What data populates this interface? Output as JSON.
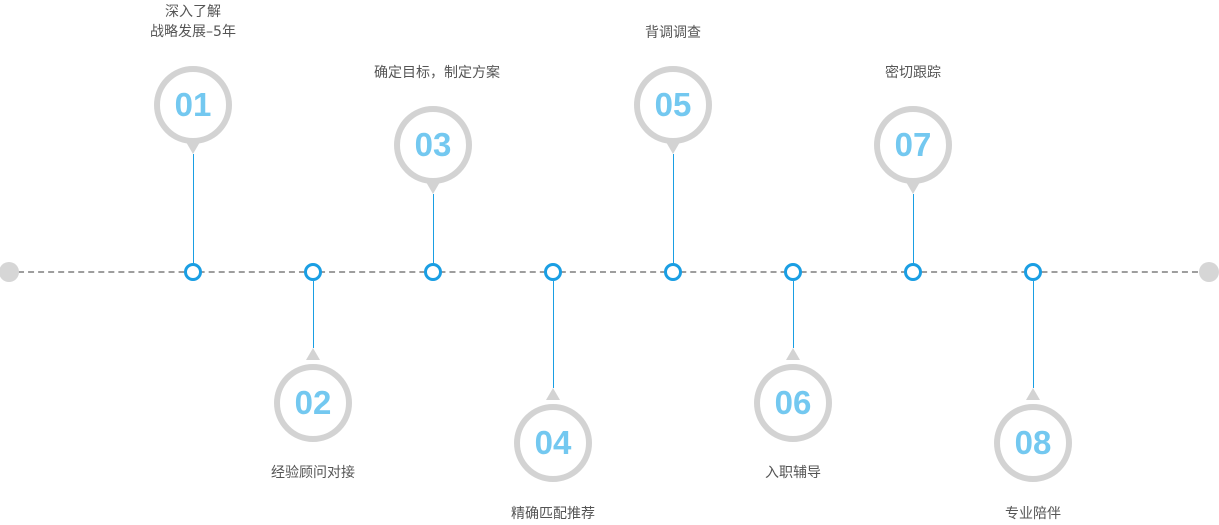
{
  "steps": [
    {
      "num": "01",
      "label_line1": "深入了解",
      "label_line2": "战略发展–5年"
    },
    {
      "num": "02",
      "label": "经验顾问对接"
    },
    {
      "num": "03",
      "label": "确定目标，制定方案"
    },
    {
      "num": "04",
      "label": "精确匹配推荐"
    },
    {
      "num": "05",
      "label": "背调调查"
    },
    {
      "num": "06",
      "label": "入职辅导"
    },
    {
      "num": "07",
      "label": "密切跟踪"
    },
    {
      "num": "08",
      "label": "专业陪伴"
    }
  ],
  "colors": {
    "accent": "#1a9ee3",
    "number": "#73c8f0",
    "pin_border": "#d3d3d3",
    "line": "#9e9e9e"
  }
}
